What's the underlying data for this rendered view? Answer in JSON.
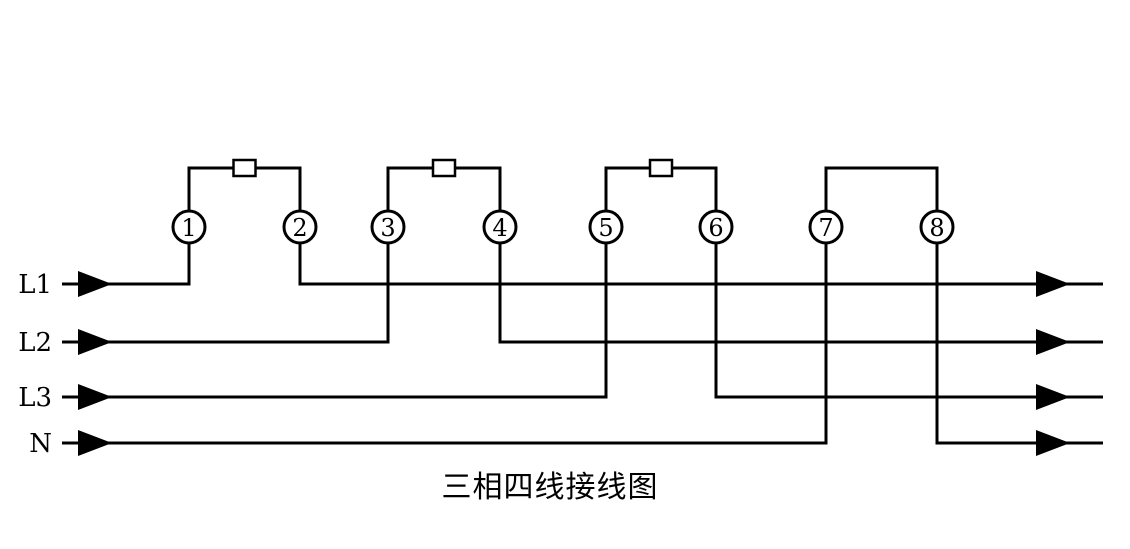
{
  "caption": "三相四线接线图",
  "lines": [
    {
      "name": "line-l1",
      "label": "L1"
    },
    {
      "name": "line-l2",
      "label": "L2"
    },
    {
      "name": "line-l3",
      "label": "L3"
    },
    {
      "name": "line-n",
      "label": "N"
    }
  ],
  "terminals": [
    "1",
    "2",
    "3",
    "4",
    "5",
    "6",
    "7",
    "8"
  ],
  "connections": [
    {
      "in_terminal": 1,
      "out_terminal": 2,
      "line": 0,
      "has_fuse": true
    },
    {
      "in_terminal": 3,
      "out_terminal": 4,
      "line": 1,
      "has_fuse": true
    },
    {
      "in_terminal": 5,
      "out_terminal": 6,
      "line": 2,
      "has_fuse": true
    },
    {
      "in_terminal": 7,
      "out_terminal": 8,
      "line": 3,
      "has_fuse": false
    }
  ]
}
